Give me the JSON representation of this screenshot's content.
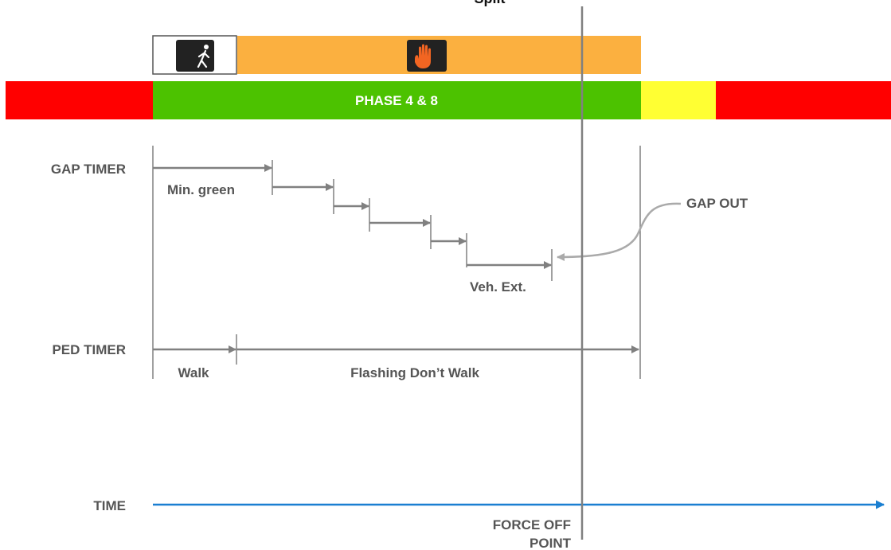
{
  "title": "Split",
  "ped_signal": {
    "walk_icon": "walking-person-icon",
    "dont_walk_icon": "raised-hand-icon",
    "walk_color": "#ffffff",
    "flashing_color": "#fbb040"
  },
  "phase_bar": {
    "label": "PHASE 4 & 8",
    "colors": {
      "red": "#ff0000",
      "green": "#4cc200",
      "yellow": "#ffff33"
    }
  },
  "rows": {
    "gap_timer": "GAP TIMER",
    "ped_timer": "PED TIMER",
    "time": "TIME"
  },
  "gap_timer": {
    "min_green": "Min. green",
    "veh_ext": "Veh. Ext.",
    "gap_out": "GAP OUT"
  },
  "ped_timer": {
    "walk": "Walk",
    "flashing": "Flashing Don’t Walk"
  },
  "force_off": {
    "line1": "FORCE OFF",
    "line2": "POINT"
  },
  "colors": {
    "timer_gray": "#808080",
    "gap_out_arrow": "#aaaaaa",
    "time_axis": "#1a7fd1",
    "label_gray": "#555555"
  }
}
